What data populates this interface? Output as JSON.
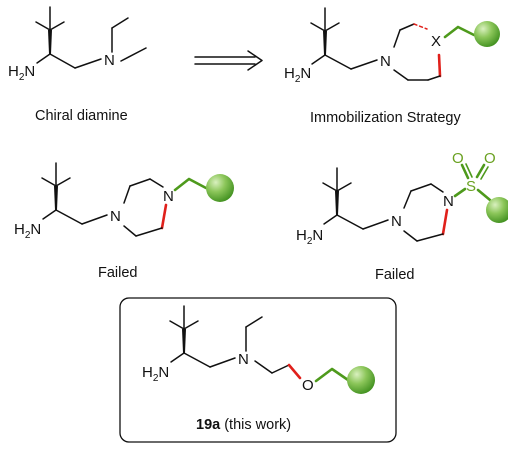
{
  "captions": {
    "chiral_diamine": "Chiral diamine",
    "strategy": "Immobilization Strategy",
    "failed_1": "Failed",
    "failed_2": "Failed",
    "work_bold": "19a",
    "work_rest": " (this work)"
  },
  "atoms": {
    "N": "N",
    "H2N_H": "H",
    "H2N_sub": "2",
    "H2N_N": "N",
    "X": "X",
    "S": "S",
    "O": "O"
  },
  "colors": {
    "green": "#4e9a1c",
    "red": "#e0201b",
    "sphere_light": "#a8d878",
    "sphere_dark": "#3f8f1e"
  }
}
